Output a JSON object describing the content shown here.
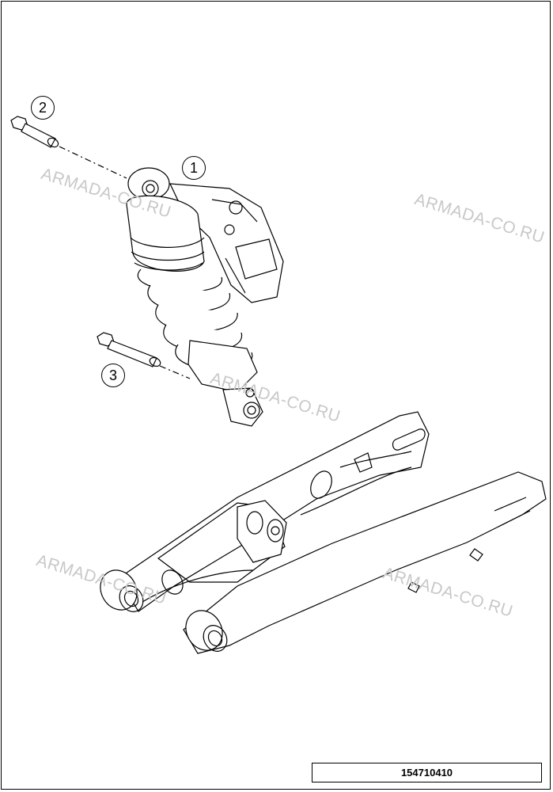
{
  "diagram": {
    "callouts": [
      {
        "label": "1"
      },
      {
        "label": "2"
      },
      {
        "label": "3"
      }
    ],
    "watermark_text": "ARMADA-CO.RU",
    "part_number": "154710410",
    "colors": {
      "line": "#000000",
      "watermark": "#c8c8c8"
    }
  }
}
